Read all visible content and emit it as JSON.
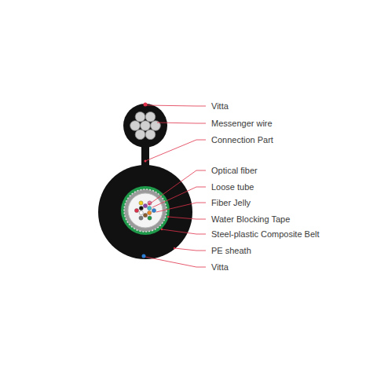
{
  "diagram": {
    "labels": [
      "Vitta",
      "Messenger wire",
      "Connection Part",
      "Optical fiber",
      "Loose tube",
      "Fiber Jelly",
      "Water Blocking Tape",
      "Steel-plastic Composite Belt",
      "PE sheath",
      "Vitta"
    ]
  }
}
